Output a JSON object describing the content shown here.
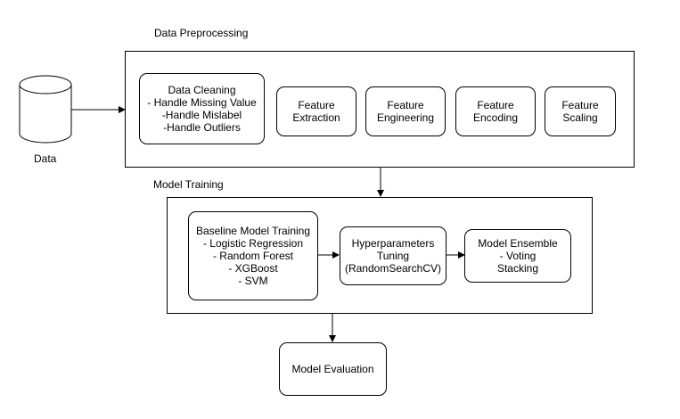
{
  "diagram": {
    "data_store": {
      "label": "Data"
    },
    "preprocessing": {
      "title": "Data Preprocessing",
      "cleaning": {
        "lines": [
          "Data Cleaning",
          "- Handle Missing Value",
          "-Handle Mislabel",
          "-Handle Outliers"
        ]
      },
      "extraction": {
        "lines": [
          "Feature",
          "Extraction"
        ]
      },
      "engineering": {
        "lines": [
          "Feature",
          "Engineering"
        ]
      },
      "encoding": {
        "lines": [
          "Feature",
          "Encoding"
        ]
      },
      "scaling": {
        "lines": [
          "Feature",
          "Scaling"
        ]
      }
    },
    "training": {
      "title": "Model Training",
      "baseline": {
        "lines": [
          "Baseline Model Training",
          "- Logistic Regression",
          "- Random Forest",
          "- XGBoost",
          "- SVM"
        ]
      },
      "tuning": {
        "lines": [
          "Hyperparameters",
          "Tuning",
          "(RandomSearchCV)"
        ]
      },
      "ensemble": {
        "lines": [
          "Model Ensemble",
          "- Voting",
          "Stacking"
        ]
      }
    },
    "evaluation": {
      "label": "Model Evaluation"
    }
  }
}
